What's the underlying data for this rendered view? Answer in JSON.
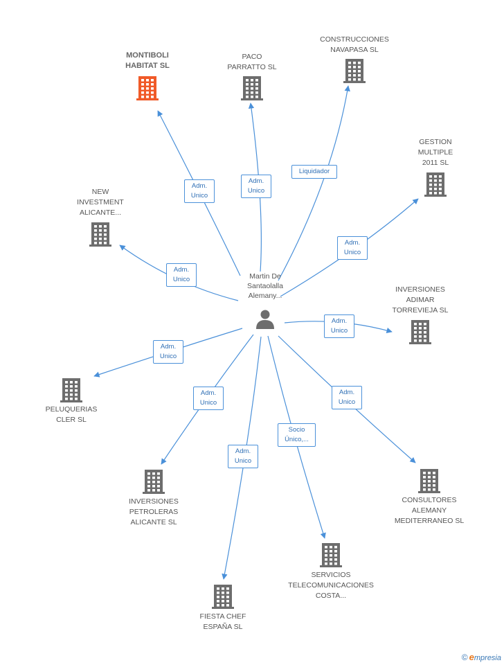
{
  "center": {
    "name": "Martin De Santaolalla Alemany...",
    "icon": "person-icon"
  },
  "companies": [
    {
      "id": "montiboli",
      "name": "MONTIBOLI HABITAT SL",
      "role": "Adm. Unico",
      "highlight": true,
      "icon": "building-icon"
    },
    {
      "id": "paco",
      "name": "PACO PARRATTO SL",
      "role": "Adm. Unico",
      "highlight": false,
      "icon": "building-icon"
    },
    {
      "id": "navapasa",
      "name": "CONSTRUCCIONES NAVAPASA SL",
      "role": "Liquidador",
      "highlight": false,
      "icon": "building-icon"
    },
    {
      "id": "gestion",
      "name": "GESTION MULTIPLE 2011 SL",
      "role": "Adm. Unico",
      "highlight": false,
      "icon": "building-icon"
    },
    {
      "id": "newinv",
      "name": "NEW INVESTMENT ALICANTE...",
      "role": "Adm. Unico",
      "highlight": false,
      "icon": "building-icon"
    },
    {
      "id": "adimar",
      "name": "INVERSIONES ADIMAR TORREVIEJA SL",
      "role": "Adm. Unico",
      "highlight": false,
      "icon": "building-icon"
    },
    {
      "id": "cler",
      "name": "PELUQUERIAS CLER SL",
      "role": "Adm. Unico",
      "highlight": false,
      "icon": "building-icon"
    },
    {
      "id": "petroleras",
      "name": "INVERSIONES PETROLERAS ALICANTE SL",
      "role": "Adm. Unico",
      "highlight": false,
      "icon": "building-icon"
    },
    {
      "id": "fiesta",
      "name": "FIESTA CHEF ESPAÑA SL",
      "role": "Adm. Unico",
      "highlight": false,
      "icon": "building-icon"
    },
    {
      "id": "servicios",
      "name": "SERVICIOS TELECOMUNICACIONES COSTA...",
      "role": "Socio Único,...",
      "highlight": false,
      "icon": "building-icon"
    },
    {
      "id": "consultores",
      "name": "CONSULTORES ALEMANY MEDITERRANEO SL",
      "role": "Adm. Unico",
      "highlight": false,
      "icon": "building-icon"
    }
  ],
  "colors": {
    "edge": "#4a90d9",
    "building": "#6d6d6d",
    "building_highlight": "#f05a28",
    "person": "#6d6d6d"
  },
  "footer": {
    "copyright": "©",
    "brand_e": "e",
    "brand_rest": "mpresia"
  }
}
